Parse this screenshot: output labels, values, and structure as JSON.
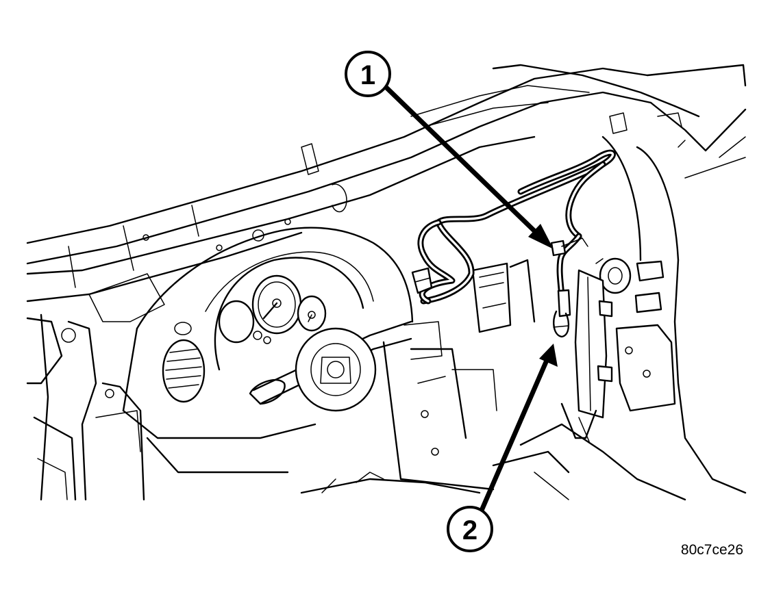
{
  "callouts": [
    {
      "label": "1"
    },
    {
      "label": "2"
    }
  ],
  "figure_id": "80c7ce26"
}
